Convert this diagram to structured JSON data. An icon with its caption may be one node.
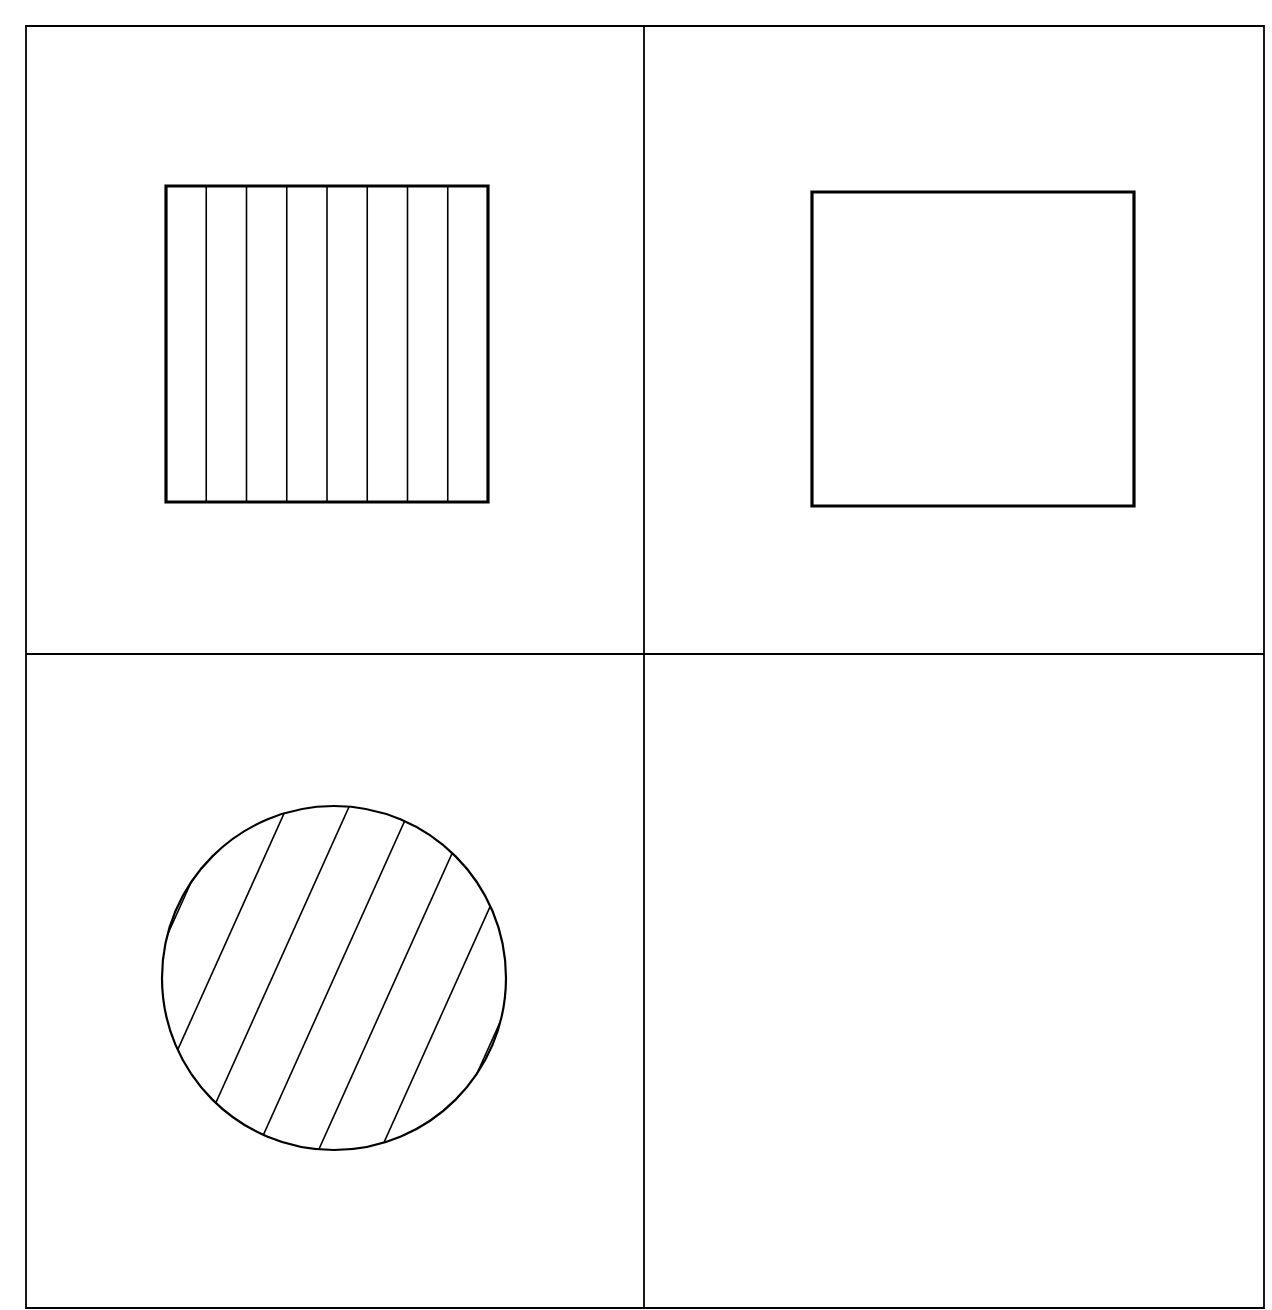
{
  "diagram": {
    "nodes": [
      {
        "text": [],
        "shape": "box"
      },
      {
        "text": [],
        "shape": "box"
      },
      {
        "text": [],
        "shape": "circle"
      }
    ]
  }
}
